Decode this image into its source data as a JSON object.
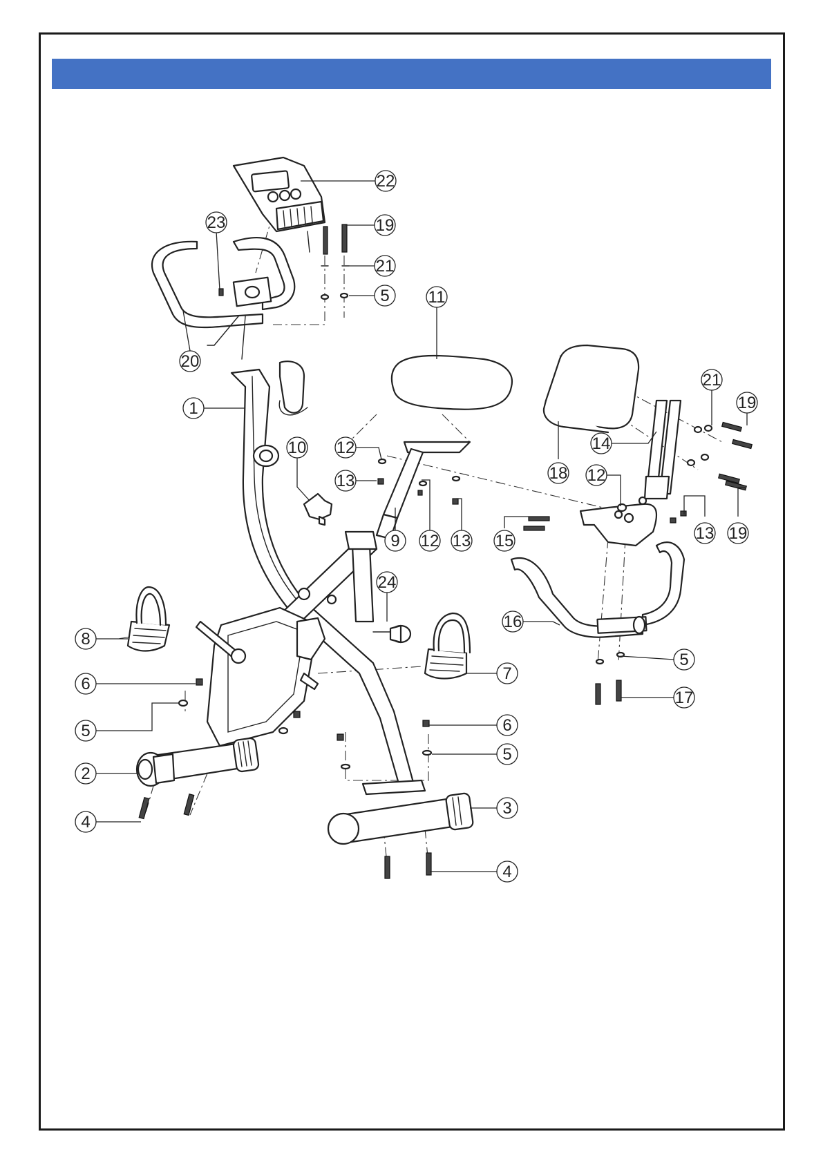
{
  "header": {
    "color": "#4472c4"
  },
  "callouts": [
    {
      "label": "22"
    },
    {
      "label": "23"
    },
    {
      "label": "19"
    },
    {
      "label": "21"
    },
    {
      "label": "5"
    },
    {
      "label": "11"
    },
    {
      "label": "20"
    },
    {
      "label": "1"
    },
    {
      "label": "10"
    },
    {
      "label": "12"
    },
    {
      "label": "13"
    },
    {
      "label": "9"
    },
    {
      "label": "12"
    },
    {
      "label": "13"
    },
    {
      "label": "21"
    },
    {
      "label": "19"
    },
    {
      "label": "14"
    },
    {
      "label": "18"
    },
    {
      "label": "12"
    },
    {
      "label": "13"
    },
    {
      "label": "19"
    },
    {
      "label": "15"
    },
    {
      "label": "24"
    },
    {
      "label": "16"
    },
    {
      "label": "8"
    },
    {
      "label": "7"
    },
    {
      "label": "6"
    },
    {
      "label": "5"
    },
    {
      "label": "17"
    },
    {
      "label": "5"
    },
    {
      "label": "6"
    },
    {
      "label": "5"
    },
    {
      "label": "2"
    },
    {
      "label": "3"
    },
    {
      "label": "4"
    },
    {
      "label": "4"
    }
  ]
}
